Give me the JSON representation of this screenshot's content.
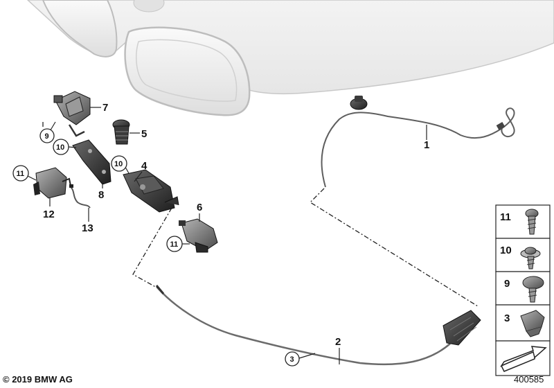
{
  "callouts": {
    "c1": "1",
    "c2": "2",
    "c4": "4",
    "c5": "5",
    "c6": "6",
    "c7": "7",
    "c8": "8",
    "c12": "12",
    "c13": "13"
  },
  "circled": {
    "c3": "3",
    "c9": "9",
    "c10a": "10",
    "c10b": "10",
    "c11a": "11",
    "c11b": "11"
  },
  "legend": {
    "items": [
      {
        "label": "11",
        "part": "pan-head screw"
      },
      {
        "label": "10",
        "part": "washer-head screw"
      },
      {
        "label": "9",
        "part": "flat-head screw"
      },
      {
        "label": "3",
        "part": "clip"
      }
    ]
  },
  "footer": {
    "copyright": "© 2019 BMW AG",
    "image_number": "400585"
  },
  "colors": {
    "outline": "#111111",
    "hood_fill": "#eeeeee",
    "part_dark": "#3a3a3a",
    "part_mid": "#8a8a8a",
    "cable": "#6b6b6b"
  }
}
